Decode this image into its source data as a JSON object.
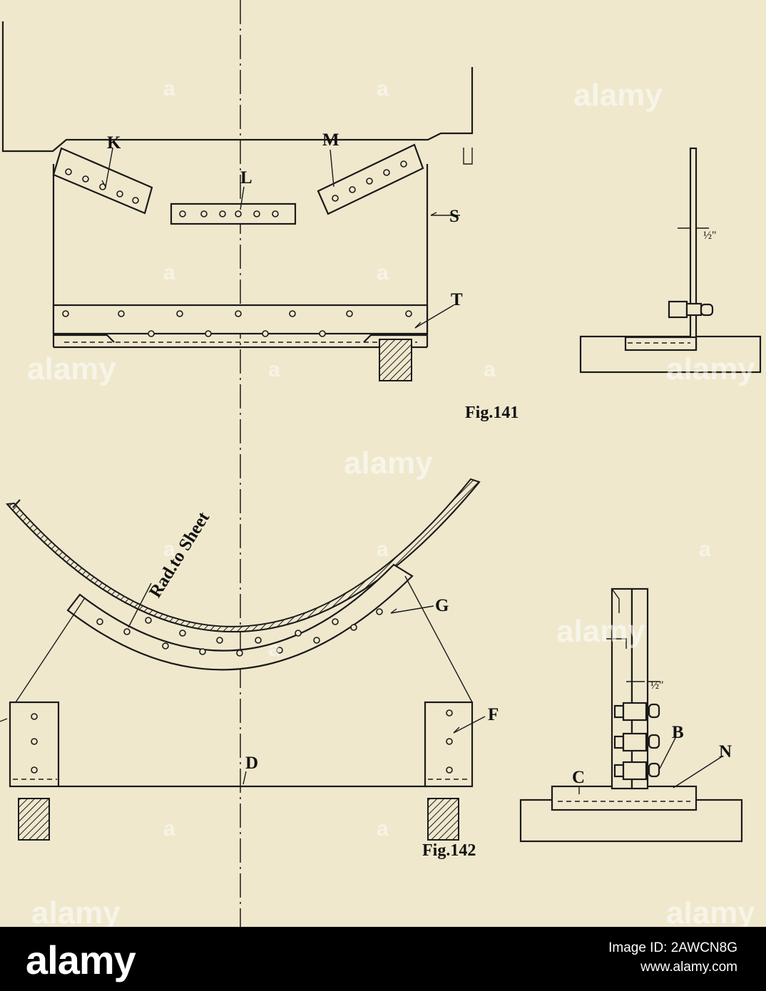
{
  "labels": {
    "K": "K",
    "L": "L",
    "M": "M",
    "S": "S",
    "T": "T",
    "radius": "Rad.to Sheet",
    "G": "G",
    "F": "F",
    "D": "D",
    "B": "B",
    "N": "N",
    "C": "C",
    "half_top": "½\"",
    "half_bottom": "½\""
  },
  "captions": {
    "fig141": "Fig.141",
    "fig142": "Fig.142"
  },
  "watermark": {
    "text": "alamy",
    "letter": "a"
  },
  "footer": {
    "logo": "alamy",
    "image_id": "Image ID: 2AWCN8G",
    "site": "www.alamy.com"
  },
  "colors": {
    "paper": "#efe8cd",
    "ink": "#1a1a1a",
    "footer": "#000000"
  }
}
